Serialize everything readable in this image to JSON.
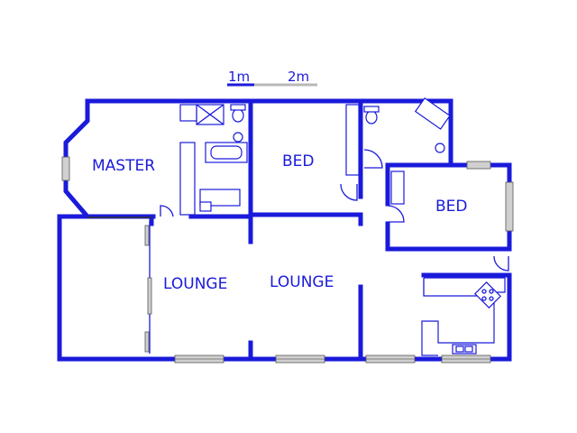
{
  "floor_plan": {
    "scale": {
      "label_1": "1m",
      "label_2": "2m"
    },
    "rooms": {
      "master": "MASTER",
      "bed_1": "BED",
      "bed_2": "BED",
      "lounge_1": "LOUNGE",
      "lounge_2": "LOUNGE"
    },
    "colors": {
      "wall": "#1a1adb",
      "window": "#d0d0d0",
      "background": "#ffffff"
    }
  }
}
